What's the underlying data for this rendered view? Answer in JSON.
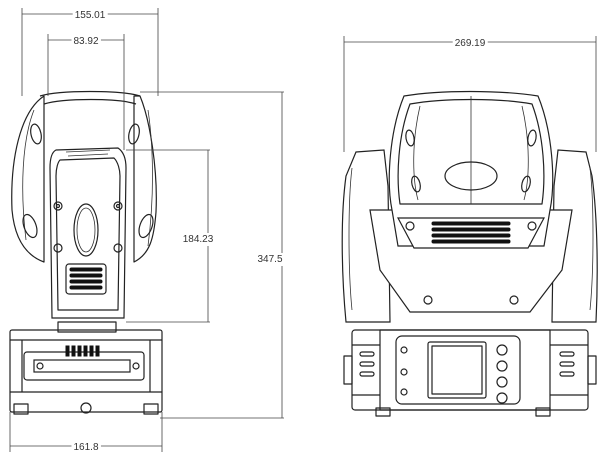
{
  "dimensions": {
    "front_outer_width": "155.01",
    "front_inner_width": "83.92",
    "head_height": "184.23",
    "total_height": "347.5",
    "base_width": "161.8",
    "side_width": "269.19"
  }
}
